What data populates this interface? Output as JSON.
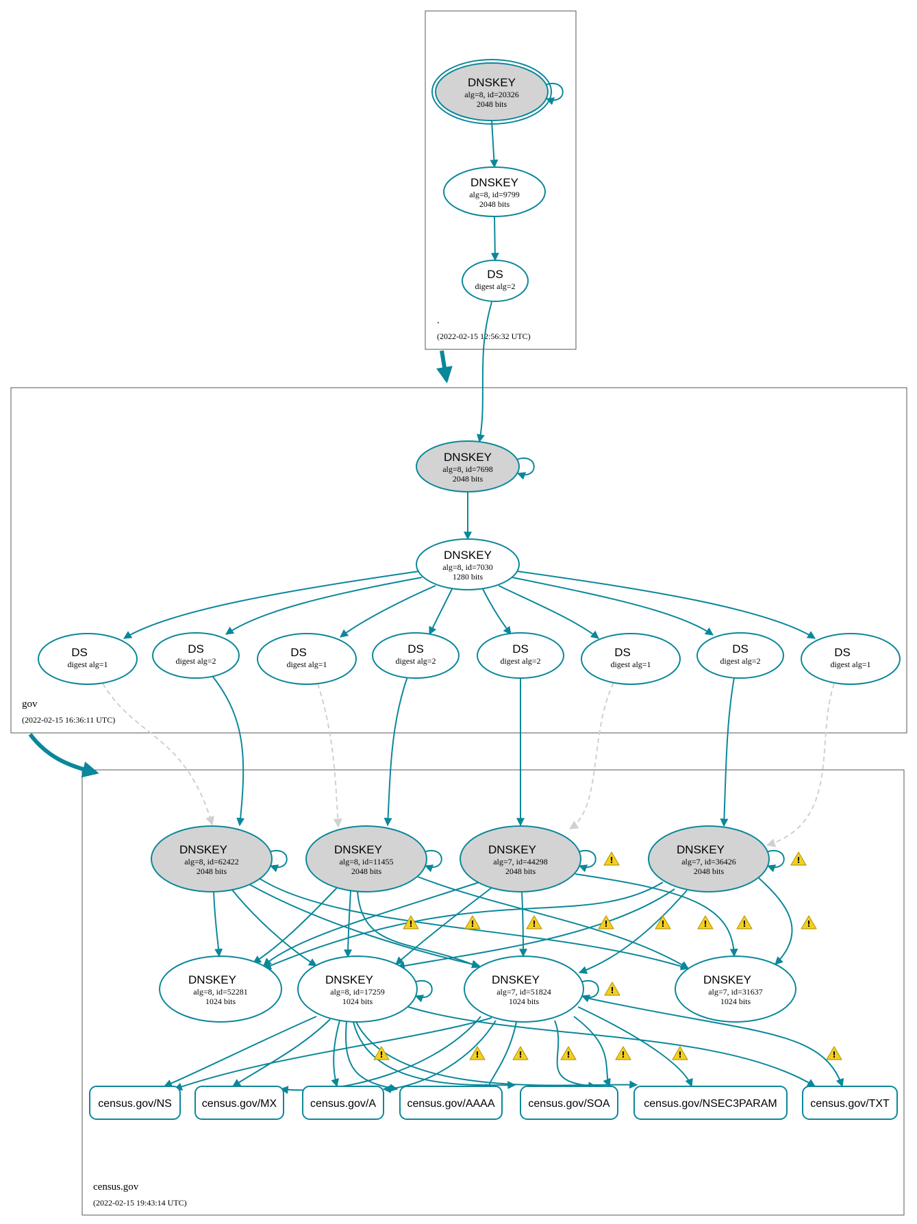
{
  "colors": {
    "edge": "#0a879a",
    "insecure_edge": "#d0d0d0",
    "node_stroke": "#0a879a",
    "sep_fill": "#d3d3d3",
    "warning_fill": "#f4cf1f",
    "warning_stroke": "#b89a10"
  },
  "icons": {
    "warning": "warning-icon"
  },
  "zones": [
    {
      "name": ".",
      "timestamp": "(2022-02-15 12:56:32 UTC)"
    },
    {
      "name": "gov",
      "timestamp": "(2022-02-15 16:36:11 UTC)"
    },
    {
      "name": "census.gov",
      "timestamp": "(2022-02-15 19:43:14 UTC)"
    }
  ],
  "nodes": [
    {
      "id": "root_ksk",
      "type": "DNSKEY",
      "line1": "alg=8, id=20326",
      "line2": "2048 bits"
    },
    {
      "id": "root_zsk",
      "type": "DNSKEY",
      "line1": "alg=8, id=9799",
      "line2": "2048 bits"
    },
    {
      "id": "gov_ds",
      "type": "DS",
      "line1": "digest alg=2"
    },
    {
      "id": "gov_ksk",
      "type": "DNSKEY",
      "line1": "alg=8, id=7698",
      "line2": "2048 bits"
    },
    {
      "id": "gov_zsk",
      "type": "DNSKEY",
      "line1": "alg=8, id=7030",
      "line2": "1280 bits"
    },
    {
      "id": "ds1",
      "type": "DS",
      "line1": "digest alg=1"
    },
    {
      "id": "ds2",
      "type": "DS",
      "line1": "digest alg=2"
    },
    {
      "id": "ds3",
      "type": "DS",
      "line1": "digest alg=1"
    },
    {
      "id": "ds4",
      "type": "DS",
      "line1": "digest alg=2"
    },
    {
      "id": "ds5",
      "type": "DS",
      "line1": "digest alg=2"
    },
    {
      "id": "ds6",
      "type": "DS",
      "line1": "digest alg=1"
    },
    {
      "id": "ds7",
      "type": "DS",
      "line1": "digest alg=2"
    },
    {
      "id": "ds8",
      "type": "DS",
      "line1": "digest alg=1"
    },
    {
      "id": "k62422",
      "type": "DNSKEY",
      "line1": "alg=8, id=62422",
      "line2": "2048 bits"
    },
    {
      "id": "k11455",
      "type": "DNSKEY",
      "line1": "alg=8, id=11455",
      "line2": "2048 bits"
    },
    {
      "id": "k44298",
      "type": "DNSKEY",
      "line1": "alg=7, id=44298",
      "line2": "2048 bits"
    },
    {
      "id": "k36426",
      "type": "DNSKEY",
      "line1": "alg=7, id=36426",
      "line2": "2048 bits"
    },
    {
      "id": "k52281",
      "type": "DNSKEY",
      "line1": "alg=8, id=52281",
      "line2": "1024 bits"
    },
    {
      "id": "k17259",
      "type": "DNSKEY",
      "line1": "alg=8, id=17259",
      "line2": "1024 bits"
    },
    {
      "id": "k51824",
      "type": "DNSKEY",
      "line1": "alg=7, id=51824",
      "line2": "1024 bits"
    },
    {
      "id": "k31637",
      "type": "DNSKEY",
      "line1": "alg=7, id=31637",
      "line2": "1024 bits"
    }
  ],
  "rrsets": [
    {
      "id": "rr_ns",
      "label": "census.gov/NS"
    },
    {
      "id": "rr_mx",
      "label": "census.gov/MX"
    },
    {
      "id": "rr_a",
      "label": "census.gov/A"
    },
    {
      "id": "rr_aaaa",
      "label": "census.gov/AAAA"
    },
    {
      "id": "rr_soa",
      "label": "census.gov/SOA"
    },
    {
      "id": "rr_nsec3param",
      "label": "census.gov/NSEC3PARAM"
    },
    {
      "id": "rr_txt",
      "label": "census.gov/TXT"
    }
  ]
}
